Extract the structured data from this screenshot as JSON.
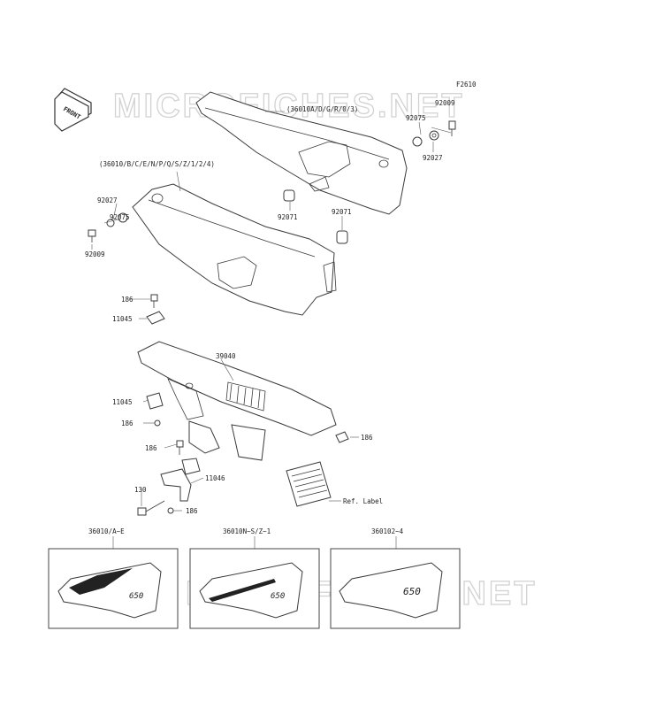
{
  "figure_id": "F2610",
  "watermark": "MICROFICHES.NET",
  "front_label": "FRONT",
  "labels": {
    "cover_right": "(36010A/D/G/R/0/3)",
    "cover_left": "(36010/B/C/E/N/P/Q/S/Z/1/2/4)",
    "p92009_r": "92009",
    "p92075_r": "92075",
    "p92027_r": "92027",
    "p92071_a": "92071",
    "p92071_b": "92071",
    "p92027_l": "92027",
    "p92075_l": "92075",
    "p92009_l": "92009",
    "p186_a": "186",
    "p11045_a": "11045",
    "p39040": "39040",
    "p11045_b": "11045",
    "p186_b": "186",
    "p186_c": "186",
    "p186_d": "186",
    "p11046": "11046",
    "p130": "130",
    "p186_e": "186",
    "ref_label": "Ref. Label"
  },
  "variants": [
    {
      "label": "36010/A~E",
      "decal": "650"
    },
    {
      "label": "36010N~S/Z~1",
      "decal": "650"
    },
    {
      "label": "360102~4",
      "decal": "650"
    }
  ]
}
